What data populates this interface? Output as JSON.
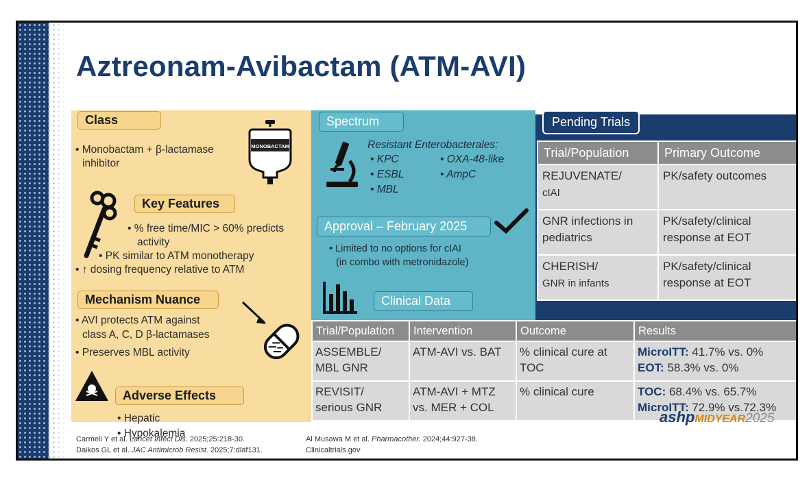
{
  "title": "Aztreonam-Avibactam (ATM-AVI)",
  "class_section": {
    "label": "Class",
    "bullet": "• Monobactam + β-lactamase",
    "bullet_cont": "inhibitor",
    "bag_label": "MONOBACTAM"
  },
  "key_features": {
    "label": "Key Features",
    "items": [
      "• % free time/MIC > 60% predicts",
      "activity",
      "• PK similar to ATM monotherapy",
      "• ↑ dosing frequency relative to ATM"
    ]
  },
  "mechanism": {
    "label": "Mechanism Nuance",
    "items": [
      "• AVI protects ATM against",
      "class A, C, D β-lactamases",
      "• Preserves MBL activity"
    ]
  },
  "adverse": {
    "label": "Adverse Effects",
    "items": [
      "• Hepatic",
      "• Hypokalemia"
    ]
  },
  "spectrum": {
    "label": "Spectrum",
    "heading": "Resistant Enterobacterales:",
    "col1": [
      "• KPC",
      "• ESBL",
      "• MBL"
    ],
    "col2": [
      "• OXA-48-like",
      "• AmpC"
    ]
  },
  "approval": {
    "label": "Approval – February 2025",
    "lines": [
      "• Limited to no options for cIAI",
      "(in combo with metronidazole)"
    ]
  },
  "clinical_data_label": "Clinical Data",
  "pending_trials": {
    "label": "Pending Trials",
    "headers": [
      "Trial/Population",
      "Primary Outcome"
    ],
    "rows": [
      [
        "REJUVENATE/",
        "cIAI",
        "PK/safety outcomes",
        ""
      ],
      [
        "GNR infections in",
        "pediatrics",
        "PK/safety/clinical",
        "response at EOT"
      ],
      [
        "CHERISH/",
        "GNR in infants",
        "PK/safety/clinical",
        "response at EOT"
      ]
    ]
  },
  "clinical_table": {
    "headers": [
      "Trial/Population",
      "Intervention",
      "Outcome",
      "Results"
    ],
    "rows": [
      {
        "trial": [
          "ASSEMBLE/",
          "MBL GNR"
        ],
        "intervention": [
          "ATM-AVI vs. BAT",
          ""
        ],
        "outcome": [
          "% clinical cure at",
          "TOC"
        ],
        "results": [
          [
            "MicroITT:",
            " 41.7% vs. 0%"
          ],
          [
            "EOT:",
            " 58.3% vs. 0%"
          ]
        ]
      },
      {
        "trial": [
          "REVISIT/",
          "serious GNR"
        ],
        "intervention": [
          "ATM-AVI + MTZ",
          "vs. MER + COL"
        ],
        "outcome": [
          "% clinical cure",
          ""
        ],
        "results": [
          [
            "TOC:",
            " 68.4% vs. 65.7%"
          ],
          [
            "MicroITT:",
            " 72.9% vs.72.3%"
          ]
        ]
      }
    ]
  },
  "footer": {
    "ref1a": "Carmeli Y et al. ",
    "ref1b": "Lancet Infect Dis.",
    "ref1c": " 2025;25:218-30.",
    "ref2a": "Daikos GL et al. ",
    "ref2b": "JAC Antimicrob Resist.",
    "ref2c": " 2025;7:dlaf131.",
    "ref3a": "Al Musawa M et al. ",
    "ref3b": "Pharmacother.",
    "ref3c": " 2024;44:927-38.",
    "ref4": "Clinicaltrials.gov",
    "logo_main": "ashp",
    "logo_mid": "MIDYEAR",
    "logo_year": "2025"
  },
  "colors": {
    "navy": "#1b3d6e",
    "left_panel": "#f9dc9f",
    "spectrum_panel": "#5fb5c6",
    "table_header": "#8c8c8c",
    "table_cell": "#d9d9d9"
  }
}
